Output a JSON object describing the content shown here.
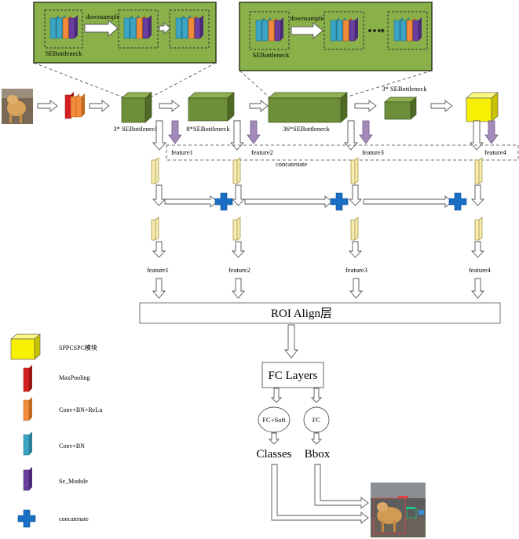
{
  "panels": {
    "left": {
      "label": "SEBottleneck",
      "op_label": "downsample"
    },
    "right": {
      "label": "SEBottleneck",
      "op_label": "downsample"
    }
  },
  "backbone": {
    "stage1": "3* SEBottleneck",
    "stage2": "8*SEBottleneck",
    "stage3": "36*SEBottleneck",
    "stage4": "3* SEBottleneck"
  },
  "concat_box": {
    "label": "concatenate",
    "features": [
      "feature1",
      "feature2",
      "feature3",
      "feature4"
    ]
  },
  "outputs": [
    "feature1",
    "feature2",
    "feature3",
    "feature4"
  ],
  "roi": "ROI Align层",
  "fc": "FC Layers",
  "heads": {
    "cls": "FC+Soft",
    "reg": "FC"
  },
  "head_outputs": {
    "cls": "Classes",
    "reg": "Bbox"
  },
  "legend": [
    {
      "icon": "spp-cube",
      "label": "SPPCSPC模块"
    },
    {
      "icon": "maxpool",
      "label": "MaxPooling"
    },
    {
      "icon": "conv-bn-relu",
      "label": "Conv+BN+ReLu"
    },
    {
      "icon": "conv-bn",
      "label": "Conv+BN"
    },
    {
      "icon": "se-module",
      "label": "Se_Module"
    },
    {
      "icon": "concat-cross",
      "label": "concatenate"
    }
  ],
  "colors": {
    "green_block": "#6e8f3a",
    "green_panel": "#8ab04a",
    "spp_yellow": "#f7f000",
    "maxpool_red": "#d42020",
    "conv_relu_orange": "#f38c3a",
    "conv_bn_teal": "#3aa5c4",
    "se_purple": "#6a3fa0",
    "concat_blue": "#1a6fc4"
  }
}
